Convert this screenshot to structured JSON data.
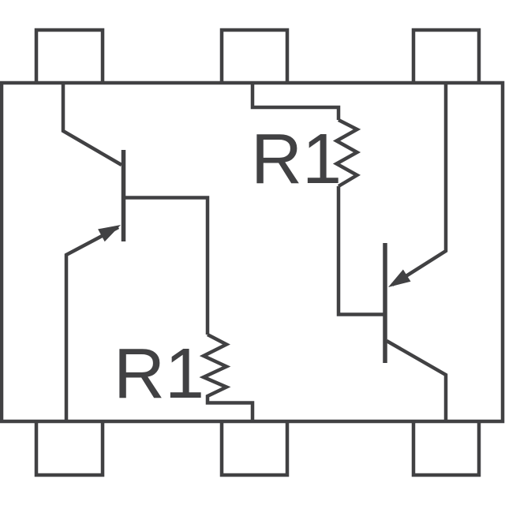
{
  "schematic": {
    "kind": "transistor-package-schematic",
    "background_color": "#ffffff",
    "line_color": "#414143",
    "package": {
      "outline": "rectangle",
      "pin_count": 6,
      "pins": [
        {
          "position": "top-left"
        },
        {
          "position": "top-middle"
        },
        {
          "position": "top-right"
        },
        {
          "position": "bottom-right"
        },
        {
          "position": "bottom-middle"
        },
        {
          "position": "bottom-left"
        }
      ]
    },
    "transistors": [
      {
        "position": "left",
        "type": "PNP"
      },
      {
        "position": "right",
        "type": "PNP"
      }
    ],
    "resistors": [
      {
        "position": "top",
        "label": "R1"
      },
      {
        "position": "bottom",
        "label": "R1"
      }
    ]
  }
}
